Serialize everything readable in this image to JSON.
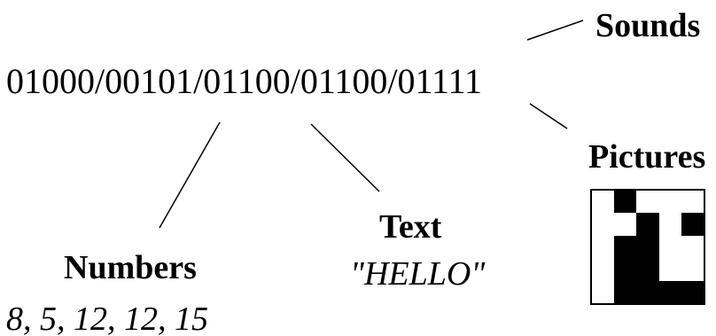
{
  "binary": "01000/00101/01100/01100/01111",
  "labels": {
    "sounds": "Sounds",
    "pictures": "Pictures",
    "numbers": "Numbers",
    "text": "Text"
  },
  "examples": {
    "text": "\"HELLO\"",
    "numbers": "8, 5, 12, 12, 15"
  },
  "picture_grid": [
    "01000",
    "00101",
    "01100",
    "01100",
    "01111"
  ],
  "colors": {
    "ink": "#000000",
    "background": "#ffffff"
  }
}
